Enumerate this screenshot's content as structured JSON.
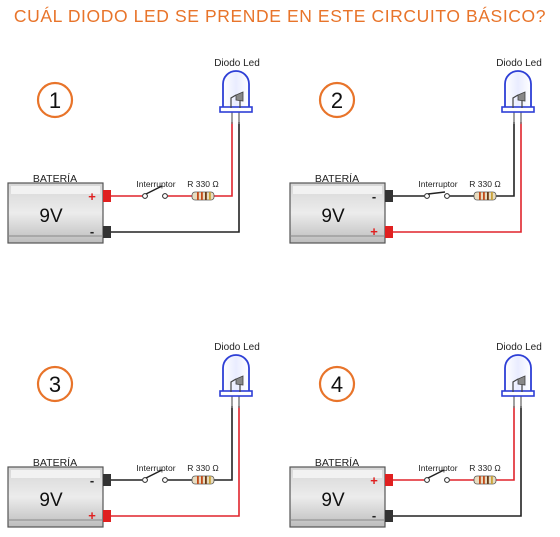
{
  "title": "CUÁL DIODO LED SE PRENDE EN ESTE CIRCUITO BÁSICO?",
  "colors": {
    "title": "#e8742a",
    "wire_red": "#e0242c",
    "wire_black": "#222222",
    "terminal_red": "#e02020",
    "led_blue": "#2e3fd6"
  },
  "circuits": [
    {
      "number": "1",
      "battery_label": "BATERÍA",
      "voltage": "9V",
      "top_sign": "+",
      "bottom_sign": "-",
      "switch_label": "Interruptor",
      "resistor_label": "R 330 Ω",
      "led_label": "Diodo Led",
      "switch_closed": false
    },
    {
      "number": "2",
      "battery_label": "BATERÍA",
      "voltage": "9V",
      "top_sign": "-",
      "bottom_sign": "+",
      "switch_label": "Interruptor",
      "resistor_label": "R 330 Ω",
      "led_label": "Diodo Led",
      "switch_closed": true
    },
    {
      "number": "3",
      "battery_label": "BATERÍA",
      "voltage": "9V",
      "top_sign": "-",
      "bottom_sign": "+",
      "switch_label": "Interruptor",
      "resistor_label": "R 330 Ω",
      "led_label": "Diodo Led",
      "switch_closed": false
    },
    {
      "number": "4",
      "battery_label": "BATERÍA",
      "voltage": "9V",
      "top_sign": "+",
      "bottom_sign": "-",
      "switch_label": "Interruptor",
      "resistor_label": "R 330 Ω",
      "led_label": "Diodo Led",
      "switch_closed": false
    }
  ]
}
